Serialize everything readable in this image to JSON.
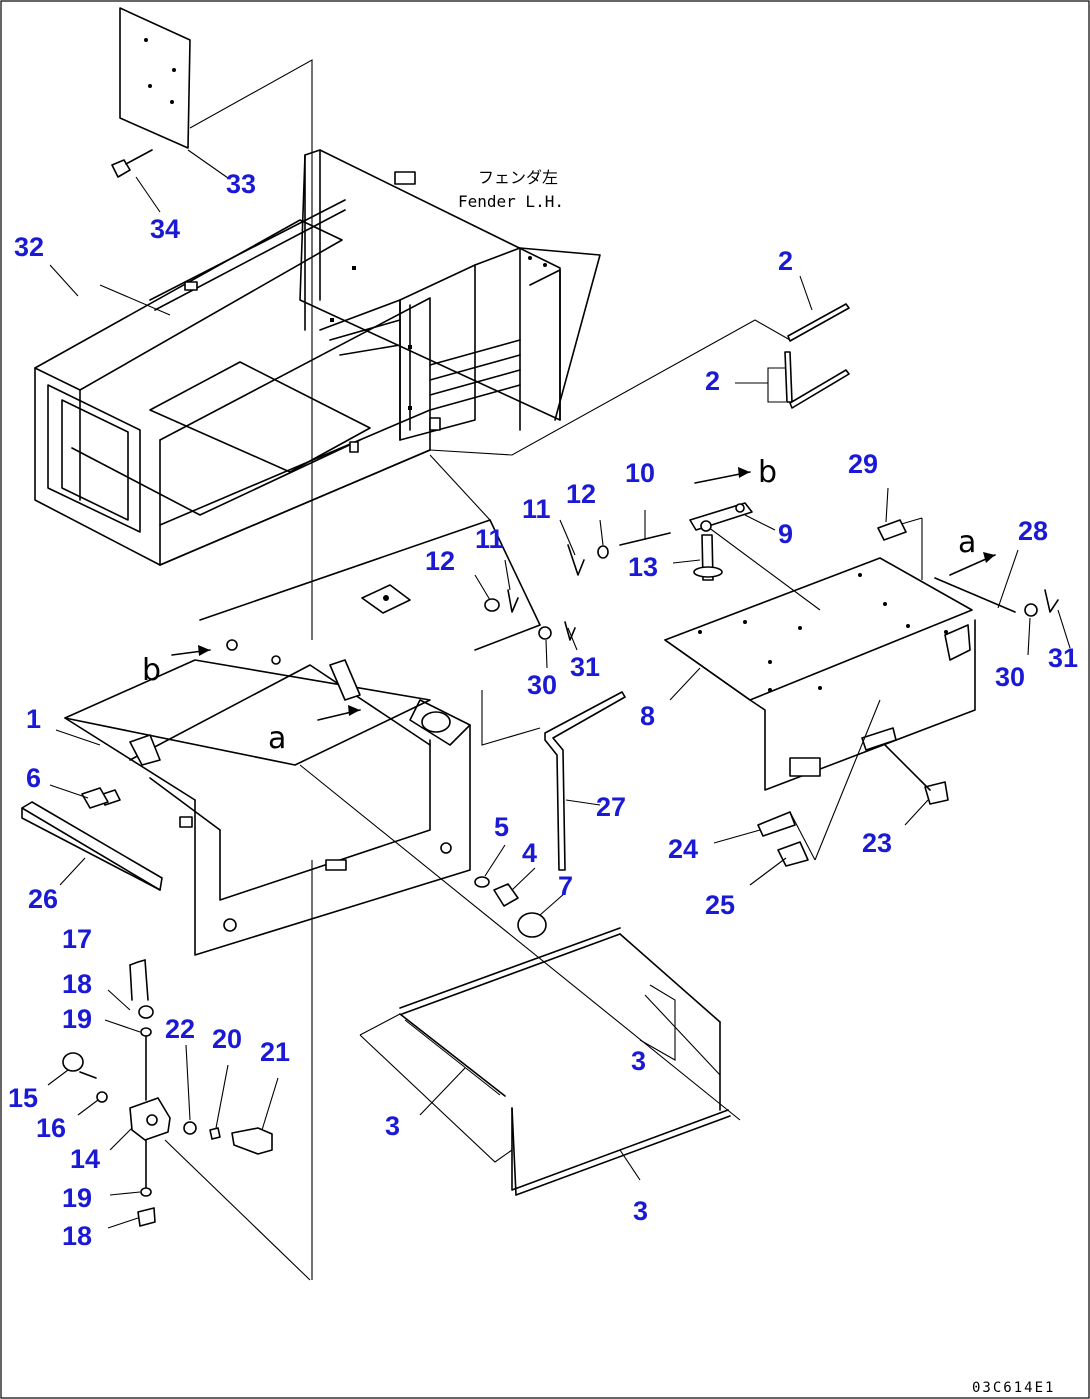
{
  "frame_note": {
    "japanese": "フェンダ左",
    "english": "Fender L.H."
  },
  "callouts": {
    "n1": "1",
    "n2": "2",
    "n3": "3",
    "n4": "4",
    "n5": "5",
    "n6": "6",
    "n7": "7",
    "n8": "8",
    "n9": "9",
    "n10": "10",
    "n11": "11",
    "n12": "12",
    "n13": "13",
    "n14": "14",
    "n15": "15",
    "n16": "16",
    "n17": "17",
    "n18": "18",
    "n19": "19",
    "n20": "20",
    "n21": "21",
    "n22": "22",
    "n23": "23",
    "n24": "24",
    "n25": "25",
    "n26": "26",
    "n27": "27",
    "n28": "28",
    "n29": "29",
    "n30": "30",
    "n31": "31",
    "n32": "32",
    "n33": "33",
    "n34": "34"
  },
  "reference_letters": {
    "a": "a",
    "b": "b"
  },
  "drawing_code": "03C614E1",
  "colors": {
    "callout": "#1a1ad6",
    "line": "#000000",
    "background": "#ffffff"
  }
}
